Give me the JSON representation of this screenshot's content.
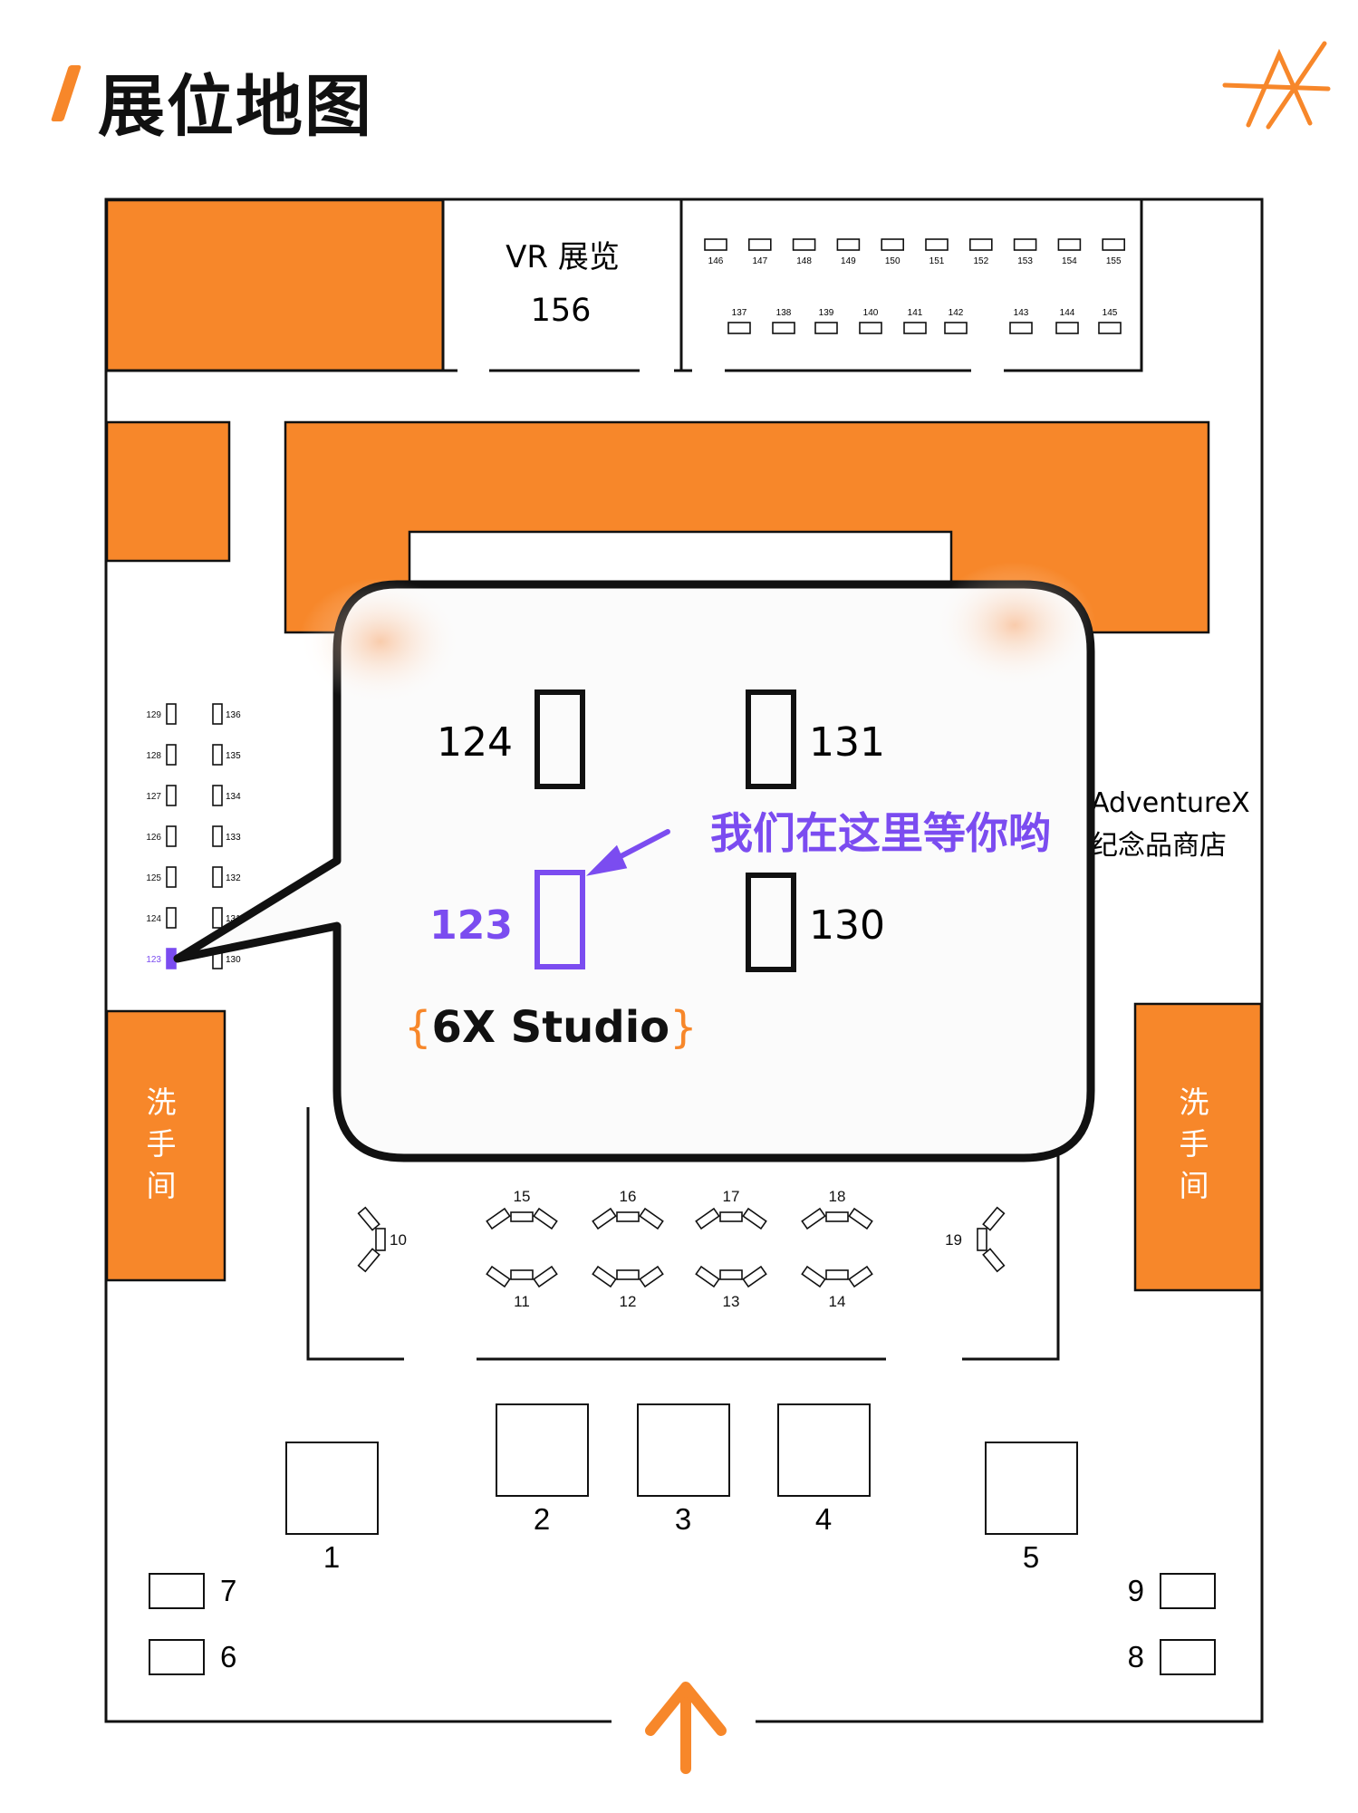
{
  "page": {
    "title": "展位地图"
  },
  "colors": {
    "orange": "#F7872A",
    "purple": "#7B4CF0",
    "line": "#111111"
  },
  "icons": {
    "logo": "adventurex-star-logo",
    "entrance": "up-arrow-icon"
  },
  "vr": {
    "label": "VR 展览",
    "number": "156"
  },
  "top_row_booths": [
    "146",
    "147",
    "148",
    "149",
    "150",
    "151",
    "152",
    "153",
    "154",
    "155"
  ],
  "second_row_booths": [
    "137",
    "138",
    "139",
    "140",
    "141",
    "142",
    "143",
    "144",
    "145"
  ],
  "left_column_booths": [
    "129",
    "128",
    "127",
    "126",
    "125",
    "124",
    "123"
  ],
  "right_column_booths": [
    "136",
    "135",
    "134",
    "133",
    "132",
    "131",
    "130"
  ],
  "shop": {
    "line1": "AdventureX",
    "line2": "纪念品商店"
  },
  "restroom": {
    "label": [
      "洗",
      "手",
      "间"
    ]
  },
  "callout": {
    "booth_tl": "124",
    "booth_tr": "131",
    "booth_bl": "123",
    "booth_br": "130",
    "message": "我们在这里等你哟",
    "brace_open": "{",
    "studio": "6X Studio",
    "brace_close": "}"
  },
  "table_groups": [
    "15",
    "16",
    "17",
    "18",
    "11",
    "12",
    "13",
    "14"
  ],
  "side_groups": [
    "10",
    "19"
  ],
  "big_booths": [
    "1",
    "2",
    "3",
    "4",
    "5"
  ],
  "small_booths": [
    "7",
    "6",
    "9",
    "8"
  ]
}
